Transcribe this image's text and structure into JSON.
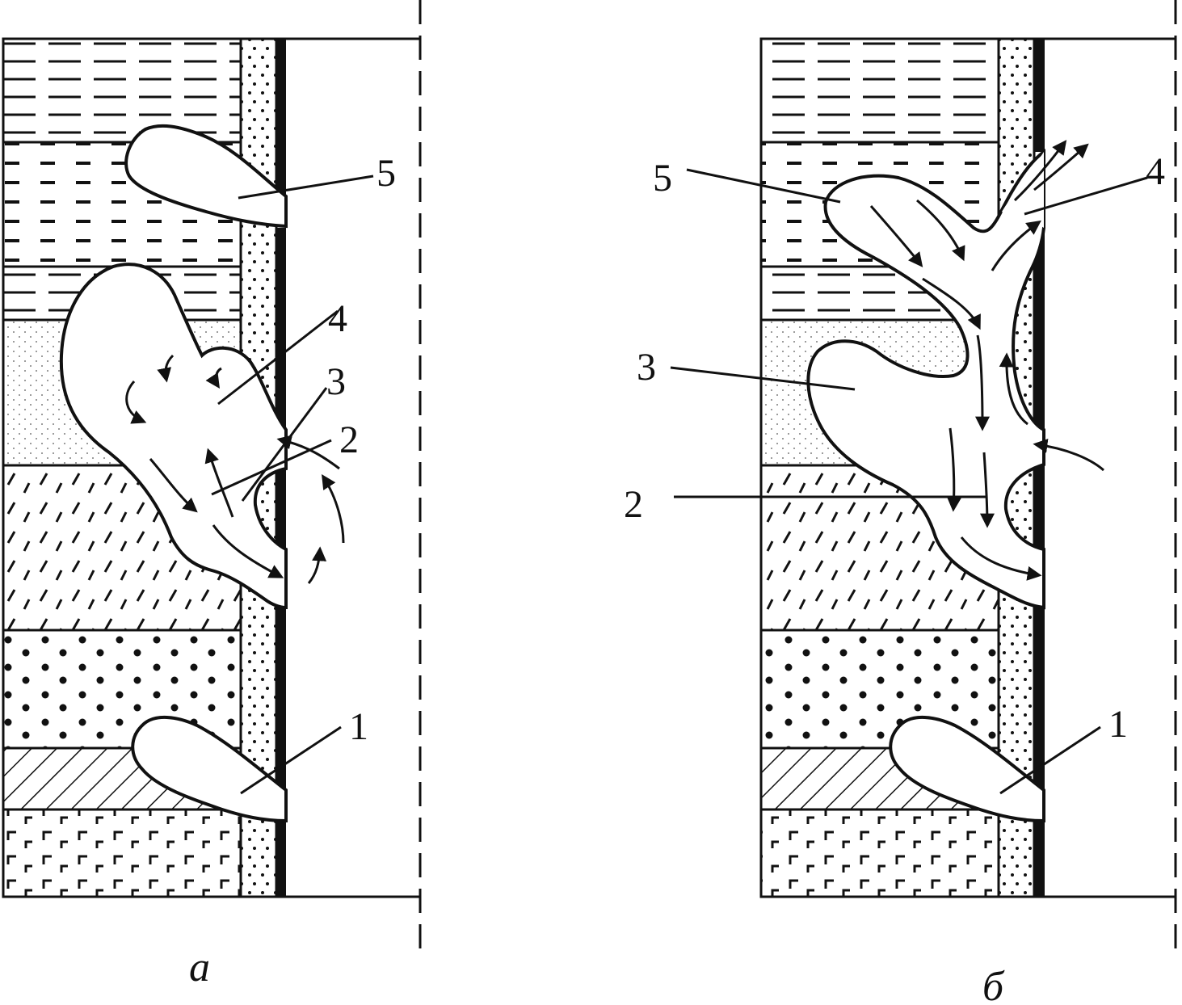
{
  "figure": {
    "panels": [
      {
        "id": "a",
        "caption": "а",
        "labels": [
          "1",
          "2",
          "3",
          "4",
          "5"
        ]
      },
      {
        "id": "b",
        "caption": "б",
        "labels": [
          "1",
          "2",
          "3",
          "4",
          "5"
        ]
      }
    ]
  },
  "colors": {
    "ink": "#111111",
    "background": "#ffffff"
  }
}
